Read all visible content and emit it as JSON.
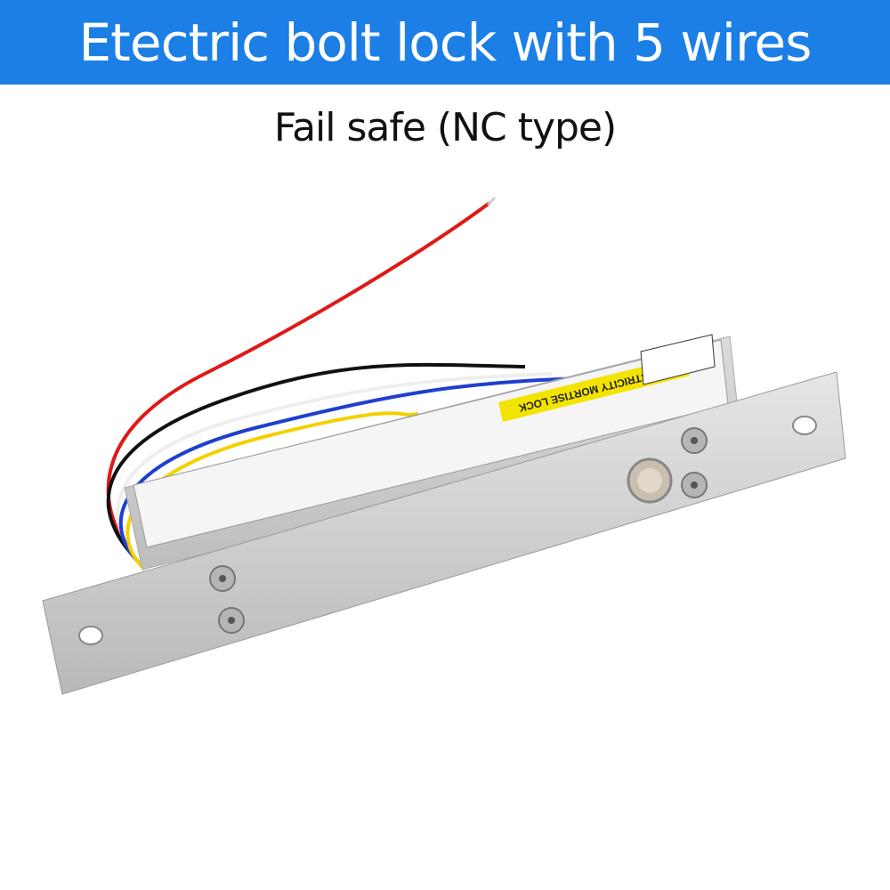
{
  "banner": {
    "title": "Etectric bolt lock with 5 wires",
    "color": "#1b7fe6"
  },
  "subtitle": "Fail safe (NC type)",
  "product": {
    "label_text": "ELECTRICITY MORTISE LOCK",
    "wire_colors": [
      "#e01818",
      "#111111",
      "#f2f2f2",
      "#1f3fd0",
      "#f4d000"
    ]
  }
}
